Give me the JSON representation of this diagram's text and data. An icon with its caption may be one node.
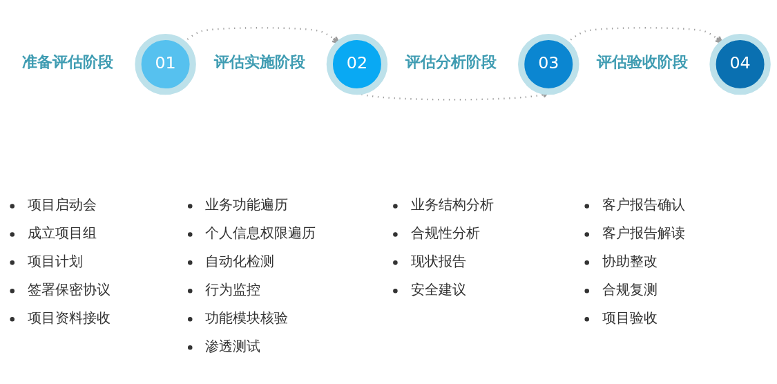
{
  "diagram": {
    "nodes": [
      {
        "text": [
          "01"
        ],
        "beside": [
          "准备评估阶段"
        ]
      },
      {
        "text": [
          "02"
        ],
        "beside": [
          "评估实施阶段"
        ]
      },
      {
        "text": [
          "03"
        ],
        "beside": [
          "评估分析阶段"
        ]
      },
      {
        "text": [
          "04"
        ],
        "beside": [
          "评估验收阶段"
        ]
      }
    ],
    "edges": [
      {
        "from": 0,
        "to": 1,
        "arrow": "to",
        "style": "dashed"
      },
      {
        "from": 1,
        "to": 2,
        "arrow": "to",
        "style": "dashed"
      },
      {
        "from": 2,
        "to": 3,
        "arrow": "to",
        "style": "dashed"
      }
    ],
    "labels": [
      "项目启动会",
      "成立项目组",
      "项目计划",
      "签署保密协议",
      "项目资料接收",
      "业务功能遍历",
      "个人信息权限遍历",
      "自动化检测",
      "行为监控",
      "功能模块核验",
      "渗透测试",
      "业务结构分析",
      "合规性分析",
      "现状报告",
      "安全建议",
      "客户报告确认",
      "客户报告解读",
      "协助整改",
      "合规复测",
      "项目验收"
    ]
  }
}
